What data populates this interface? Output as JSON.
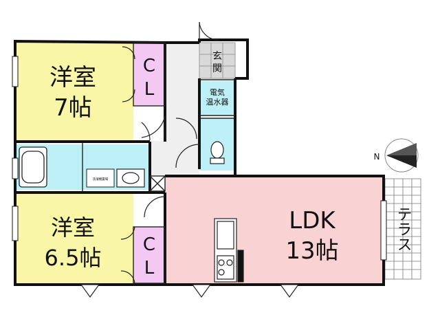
{
  "rooms": {
    "western_room_1": {
      "name": "洋室",
      "size": "7帖",
      "color": "#FAF6A8"
    },
    "western_room_2": {
      "name": "洋室",
      "size": "6.5帖",
      "color": "#FAF6A8"
    },
    "ldk": {
      "name": "LDK",
      "size": "13帖",
      "color": "#F9D2D4"
    },
    "closet_1": {
      "label_top": "C",
      "label_bottom": "L",
      "color": "#F3C9F3"
    },
    "closet_2": {
      "label_top": "C",
      "label_bottom": "L",
      "color": "#F3C9F3"
    },
    "entrance": {
      "label_top": "玄",
      "label_bottom": "関"
    },
    "water_heater": {
      "line1": "電気",
      "line2": "温水器",
      "color": "#BDEFF6"
    },
    "washroom": {
      "label": "洗濯機置場",
      "color": "#BDEFF6"
    },
    "terrace": {
      "label": "テラス"
    }
  },
  "compass": {
    "label": "N"
  },
  "colors": {
    "wall": "#111111",
    "hall": "#EFEFEF",
    "bath": "#BDEFF6"
  }
}
